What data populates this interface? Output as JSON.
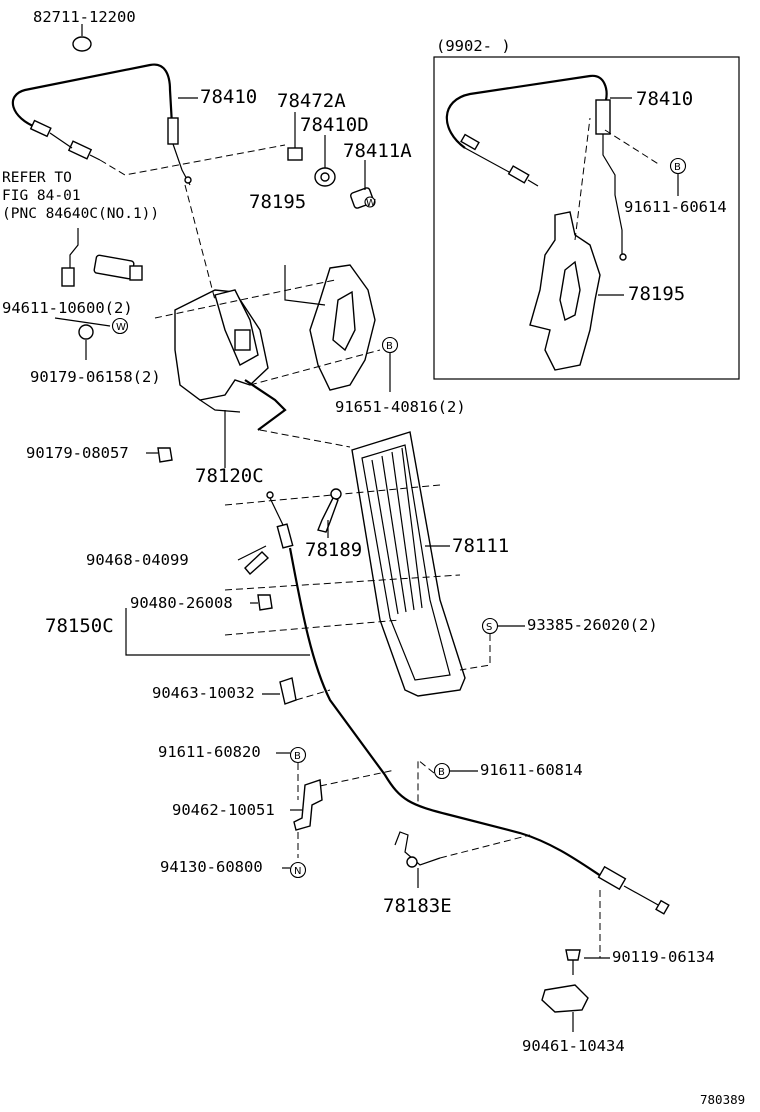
{
  "labels": {
    "p82711": "82711-12200",
    "p78410_main": "78410",
    "p78472a": "78472A",
    "p78410d": "78410D",
    "p78411a": "78411A",
    "p78195_main": "78195",
    "refer1": "REFER TO",
    "refer2": "FIG 84-01",
    "refer3": "(PNC 84640C(NO.1))",
    "p94611": "94611-10600(2)",
    "p90179_06158": "90179-06158(2)",
    "p91651": "91651-40816(2)",
    "p90179_08057": "90179-08057",
    "p78120c": "78120C",
    "p90468": "90468-04099",
    "p78189": "78189",
    "p78111": "78111",
    "p90480": "90480-26008",
    "p78150c": "78150C",
    "p93385": "93385-26020(2)",
    "p90463": "90463-10032",
    "p91611_60820": "91611-60820",
    "p91611_60814": "91611-60814",
    "p90462": "90462-10051",
    "p94130": "94130-60800",
    "p78183e": "78183E",
    "p90119": "90119-06134",
    "p90461": "90461-10434",
    "inset_title": "(9902-      )",
    "inset_78410": "78410",
    "inset_91611": "91611-60614",
    "inset_78195": "78195",
    "figure_code": "780389"
  },
  "symbols": {
    "w": "W",
    "b": "B",
    "s": "S",
    "n": "N"
  }
}
